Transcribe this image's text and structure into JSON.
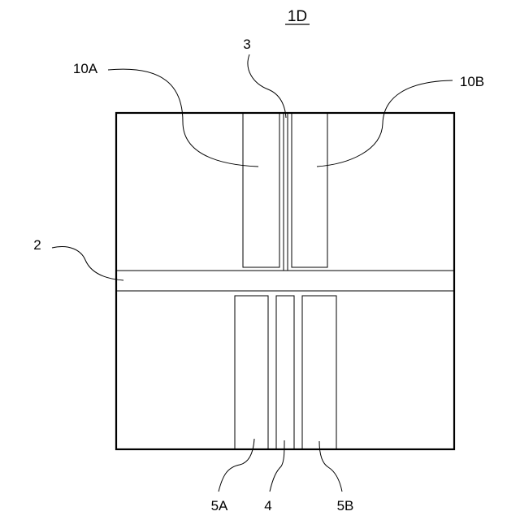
{
  "figure": {
    "title": "1D",
    "labels": {
      "label_10a": "10A",
      "label_10b": "10B",
      "label_3": "3",
      "label_2": "2",
      "label_5a": "5A",
      "label_4": "4",
      "label_5b": "5B"
    }
  }
}
